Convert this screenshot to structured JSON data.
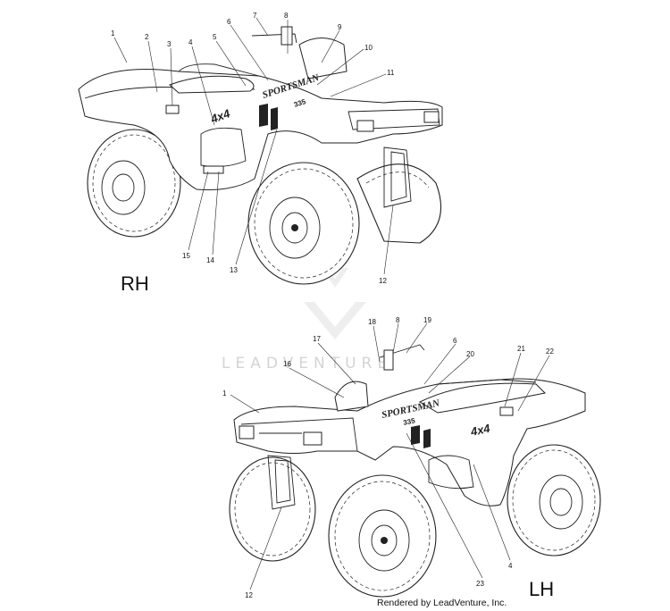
{
  "watermark": {
    "text": "LEADVENTURE"
  },
  "footer": {
    "text": "Rendered by LeadVenture, Inc."
  },
  "views": {
    "rh": {
      "label": "RH",
      "callouts": [
        "1",
        "2",
        "3",
        "4",
        "5",
        "6",
        "7",
        "8",
        "9",
        "10",
        "11",
        "12",
        "13",
        "14",
        "15"
      ]
    },
    "lh": {
      "label": "LH",
      "callouts": [
        "1",
        "4",
        "6",
        "8",
        "12",
        "16",
        "17",
        "18",
        "19",
        "20",
        "21",
        "22",
        "23"
      ]
    }
  },
  "decals": {
    "model": "SPORTSMAN",
    "displacement": "335",
    "drive": "4x4"
  },
  "colors": {
    "line": "#222222",
    "watermark": "#d4d4d4",
    "background": "#ffffff"
  }
}
